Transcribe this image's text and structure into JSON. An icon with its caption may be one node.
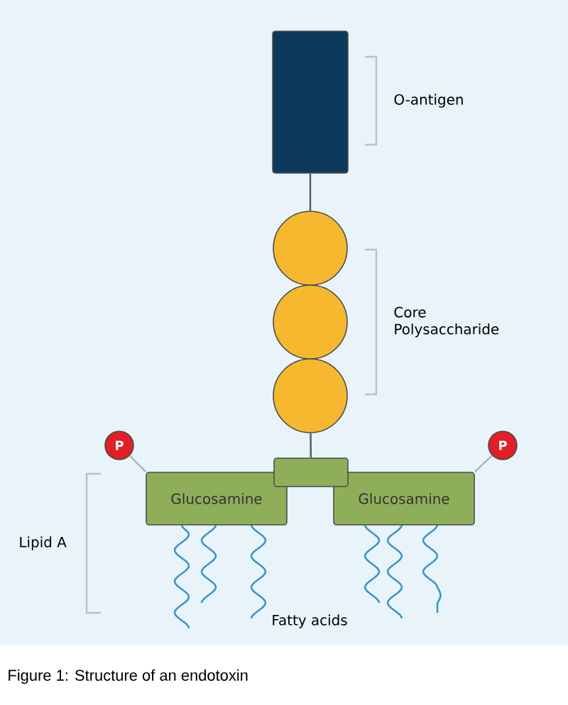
{
  "diagram": {
    "caption": "Figure 1: Structure of an endotoxin",
    "nodes": [
      {
        "text": [],
        "shape": "box"
      },
      {
        "text": [],
        "shape": "circle"
      },
      {
        "text": [],
        "shape": "circle"
      },
      {
        "text": [],
        "shape": "circle"
      },
      {
        "text": [],
        "shape": "box"
      },
      {
        "text": [
          "P"
        ]
      },
      {
        "text": [
          "Glucosamine"
        ]
      },
      {
        "text": [
          "Glucosamine"
        ]
      },
      {
        "text": [
          "P"
        ]
      }
    ],
    "edges": [
      {
        "from": 0,
        "to": 1,
        "arrow": "none"
      },
      {
        "from": 3,
        "to": 4,
        "arrow": "none"
      },
      {
        "from": 5,
        "to": 6,
        "arrow": "none",
        "color": "#a9b4bd"
      },
      {
        "from": 8,
        "to": 7,
        "arrow": "none",
        "color": "#a9b4bd"
      }
    ],
    "labels": [
      "O-antigen",
      "Core Polysaccharide",
      "Lipid A",
      "Fatty acids"
    ]
  }
}
